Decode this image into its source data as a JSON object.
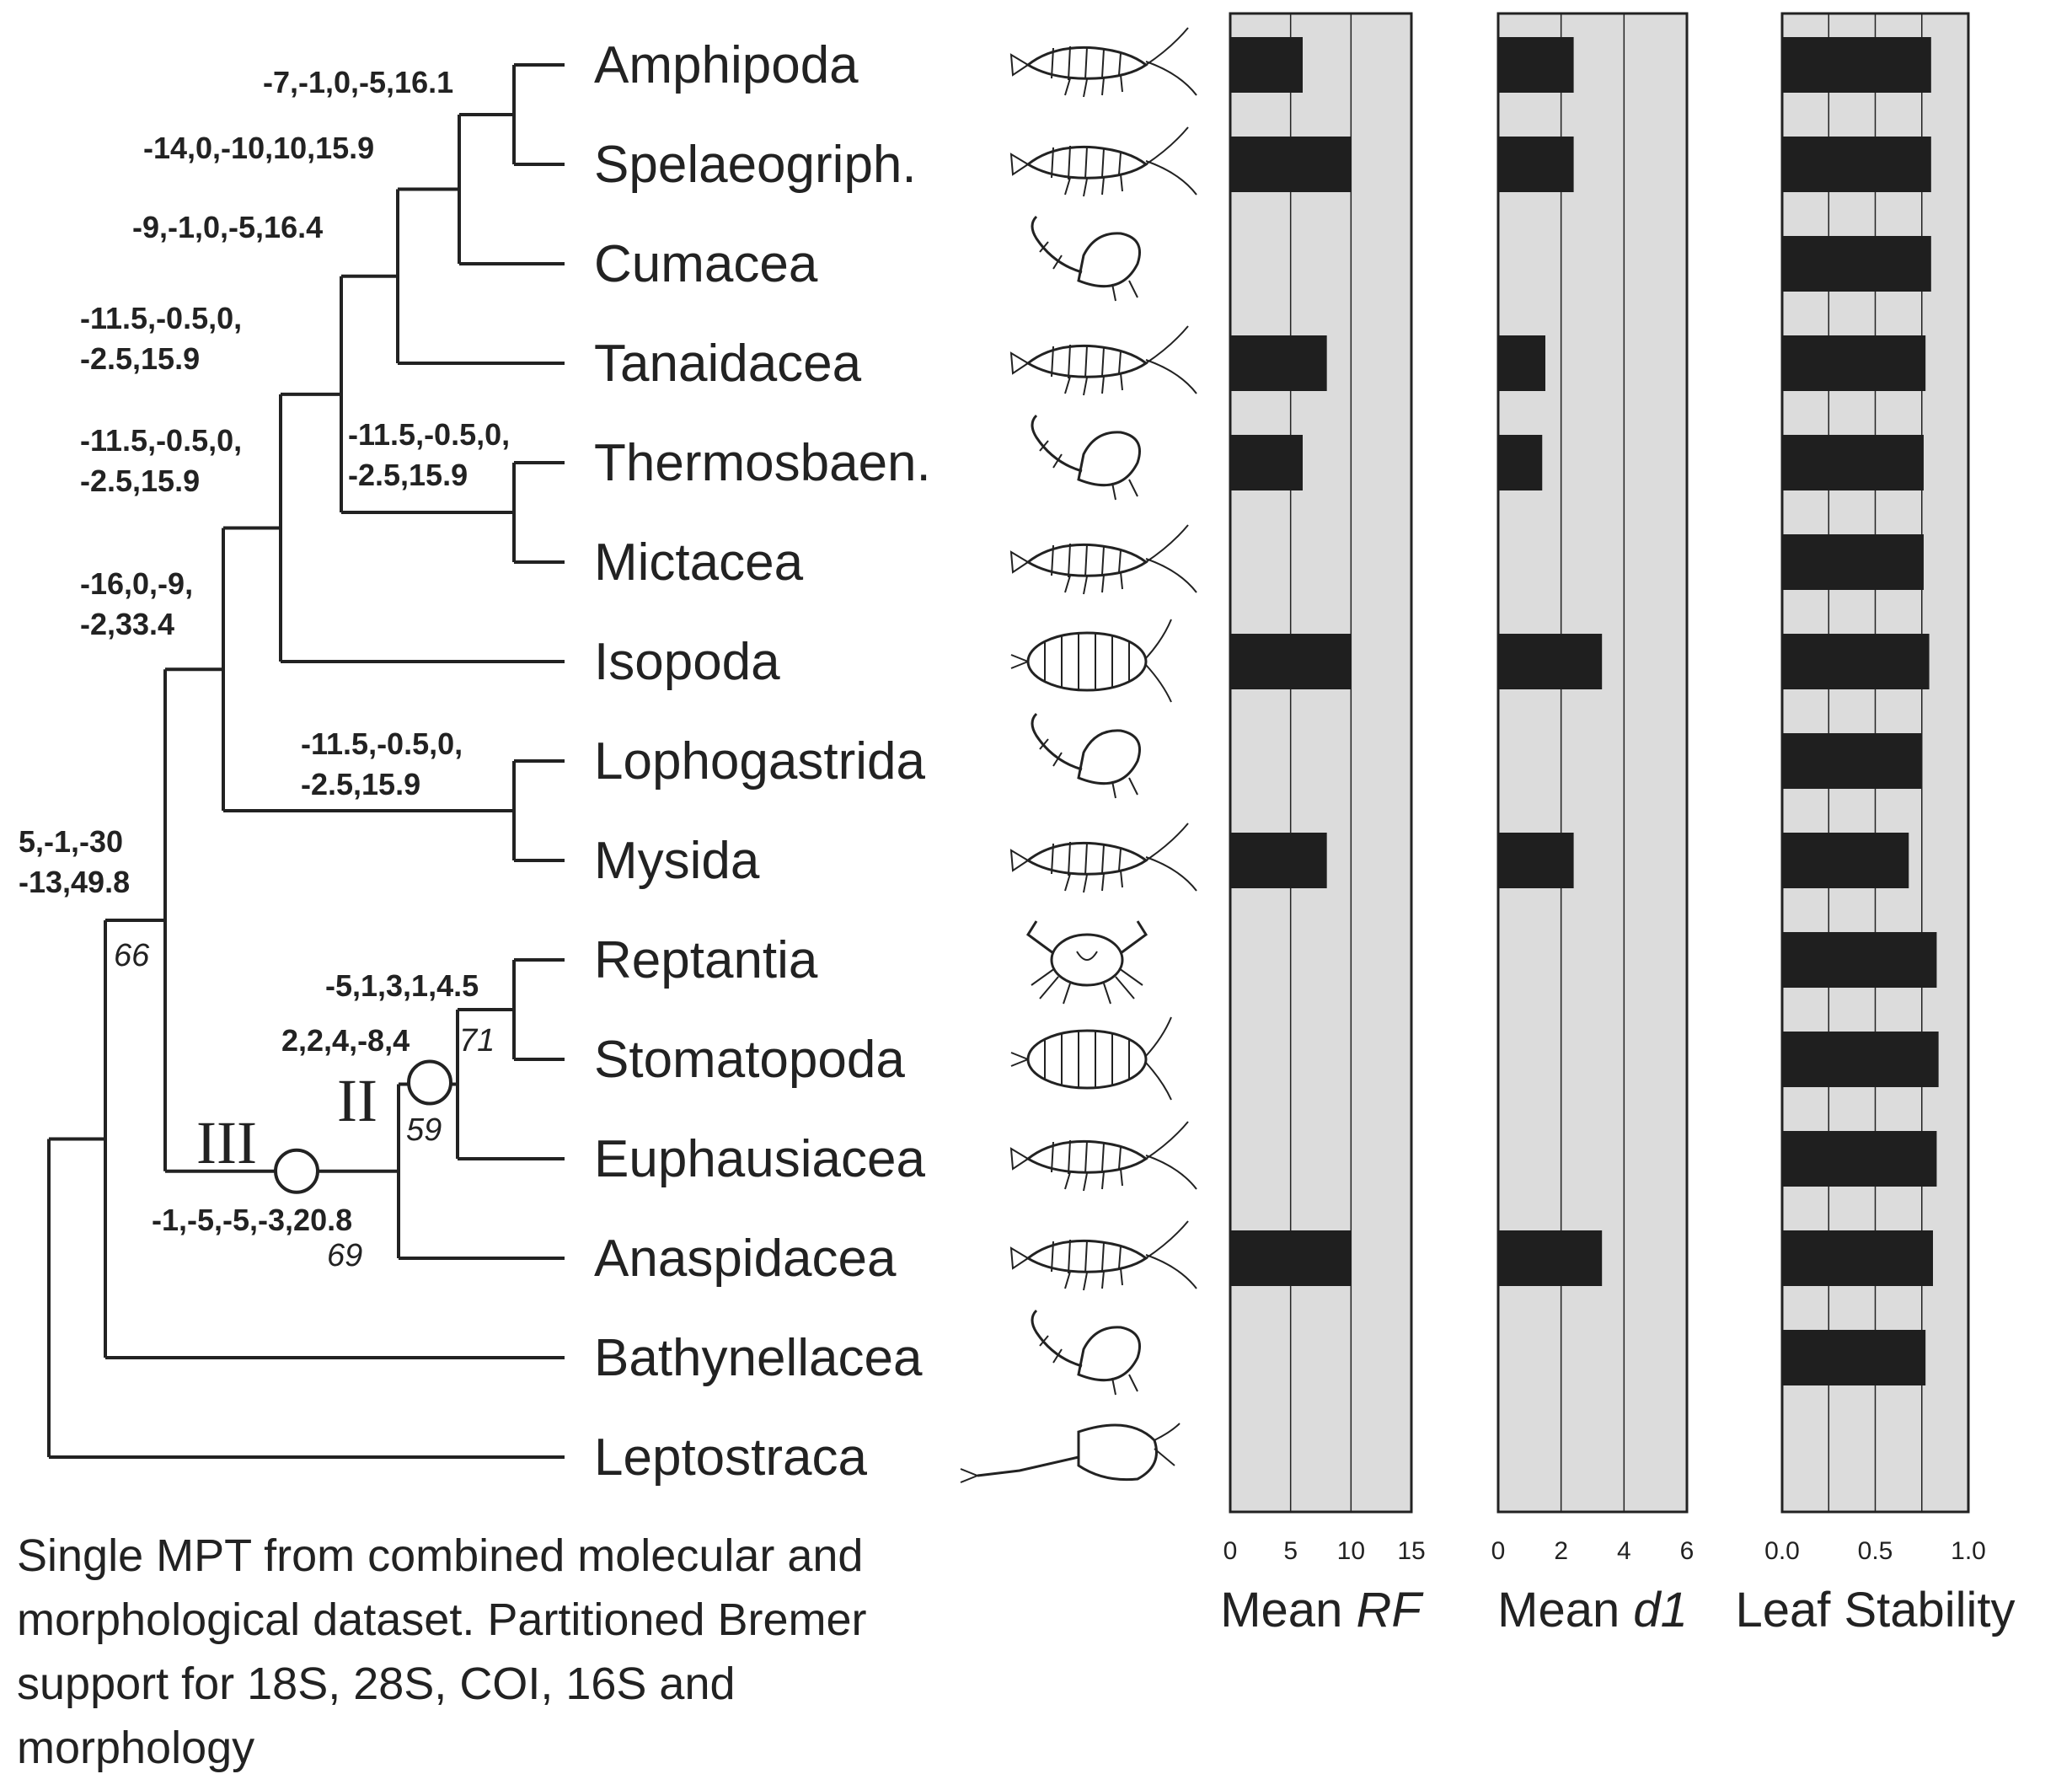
{
  "taxa": [
    {
      "name": "Amphipoda",
      "icon": "amphipod-illustration"
    },
    {
      "name": "Spelaeogriph.",
      "icon": "spelaeogriphacean-illustration"
    },
    {
      "name": "Cumacea",
      "icon": "cumacean-illustration"
    },
    {
      "name": "Tanaidacea",
      "icon": "tanaid-illustration"
    },
    {
      "name": "Thermosbaen.",
      "icon": "thermosbaenacean-illustration"
    },
    {
      "name": "Mictacea",
      "icon": "mictacean-illustration"
    },
    {
      "name": "Isopoda",
      "icon": "isopod-illustration"
    },
    {
      "name": "Lophogastrida",
      "icon": "lophogastrid-illustration"
    },
    {
      "name": "Mysida",
      "icon": "mysid-illustration"
    },
    {
      "name": "Reptantia",
      "icon": "crab-illustration"
    },
    {
      "name": "Stomatopoda",
      "icon": "stomatopod-illustration"
    },
    {
      "name": "Euphausiacea",
      "icon": "krill-illustration"
    },
    {
      "name": "Anaspidacea",
      "icon": "anaspidacean-illustration"
    },
    {
      "name": "Bathynellacea",
      "icon": "bathynellacean-illustration"
    },
    {
      "name": "Leptostraca",
      "icon": "leptostracan-illustration"
    }
  ],
  "bremer_labels": {
    "amph_spel": "-7,-1,0,-5,16.1",
    "spel_group": "-14,0,-10,10,15.9",
    "cumacea_group": "-9,-1,0,-5,16.4",
    "tanaid_group_l1": "-11.5,-0.5,0,",
    "tanaid_group_l2": "-2.5,15.9",
    "peracarid_core_l1": "-11.5,-0.5,0,",
    "peracarid_core_l2": "-2.5,15.9",
    "thermo_mict_l1": "-11.5,-0.5,0,",
    "thermo_mict_l2": "-2.5,15.9",
    "peracarida_l1": "-16,0,-9,",
    "peracarida_l2": "-2,33.4",
    "mysid_l1": "-11.5,-0.5,0,",
    "mysid_l2": "-2.5,15.9",
    "eumalacostraca_l1": "5,-1,-30",
    "eumalacostraca_l2": "-13,49.8",
    "rept_stom": "-5,1,3,1,4.5",
    "clade_II": "2,2,4,-8,4",
    "clade_III": "-1,-5,-5,-3,20.8"
  },
  "bootstrap_labels": {
    "eumalacostraca": "66",
    "rept_stom": "71",
    "clade_II": "59",
    "clade_III": "69"
  },
  "clade_markers": {
    "II": "II",
    "III": "III"
  },
  "caption": [
    "Single MPT from combined molecular and",
    "morphological dataset. Partitioned Bremer",
    "support for 18S, 28S, COI, 16S and",
    "morphology"
  ],
  "chart_data": [
    {
      "type": "bar",
      "orientation": "horizontal",
      "title_prefix": "Mean ",
      "title_italic": "RF",
      "xlim": [
        0,
        15
      ],
      "xticks": [
        "0",
        "5",
        "10",
        "15"
      ],
      "grid": true,
      "categories": [
        "Amphipoda",
        "Spelaeogriph.",
        "Cumacea",
        "Tanaidacea",
        "Thermosbaen.",
        "Mictacea",
        "Isopoda",
        "Lophogastrida",
        "Mysida",
        "Reptantia",
        "Stomatopoda",
        "Euphausiacea",
        "Anaspidacea",
        "Bathynellacea",
        "Leptostraca"
      ],
      "values": [
        6,
        10,
        0,
        8,
        6,
        0,
        10,
        0,
        8,
        0,
        0,
        0,
        10,
        0,
        0
      ],
      "background": "#dcdcdc",
      "bar_color": "#1f1f1f"
    },
    {
      "type": "bar",
      "orientation": "horizontal",
      "title_prefix": "Mean ",
      "title_italic": "d1",
      "xlim": [
        0,
        6
      ],
      "xticks": [
        "0",
        "2",
        "4",
        "6"
      ],
      "grid": true,
      "categories": [
        "Amphipoda",
        "Spelaeogriph.",
        "Cumacea",
        "Tanaidacea",
        "Thermosbaen.",
        "Mictacea",
        "Isopoda",
        "Lophogastrida",
        "Mysida",
        "Reptantia",
        "Stomatopoda",
        "Euphausiacea",
        "Anaspidacea",
        "Bathynellacea",
        "Leptostraca"
      ],
      "values": [
        2.4,
        2.4,
        0,
        1.5,
        1.4,
        0,
        3.3,
        0,
        2.4,
        0,
        0,
        0,
        3.3,
        0,
        0
      ],
      "background": "#dcdcdc",
      "bar_color": "#1f1f1f"
    },
    {
      "type": "bar",
      "orientation": "horizontal",
      "title_prefix": "Leaf Stability",
      "title_italic": "",
      "xlim": [
        0,
        1
      ],
      "xticks": [
        "0.0",
        "0.5",
        "1.0"
      ],
      "grid": true,
      "categories": [
        "Amphipoda",
        "Spelaeogriph.",
        "Cumacea",
        "Tanaidacea",
        "Thermosbaen.",
        "Mictacea",
        "Isopoda",
        "Lophogastrida",
        "Mysida",
        "Reptantia",
        "Stomatopoda",
        "Euphausiacea",
        "Anaspidacea",
        "Bathynellacea",
        "Leptostraca"
      ],
      "values": [
        0.8,
        0.8,
        0.8,
        0.77,
        0.76,
        0.76,
        0.79,
        0.75,
        0.68,
        0.83,
        0.84,
        0.83,
        0.81,
        0.77,
        null
      ],
      "background": "#dcdcdc",
      "bar_color": "#1f1f1f"
    }
  ]
}
